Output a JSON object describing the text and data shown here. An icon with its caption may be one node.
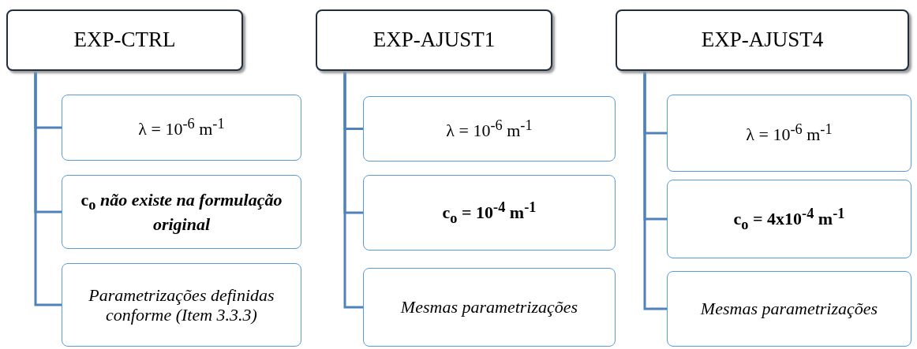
{
  "diagram": {
    "nodes": [
      {
        "text": [
          "EXP-CTRL"
        ]
      },
      {
        "text": [
          "λ = 10$^{-6}$ m$^{-1}$"
        ]
      },
      {
        "text": [
          "c$_{o}$ *não existe na formulação original*"
        ]
      },
      {
        "text": [
          "Parametrizações definidas conforme (Item 3.3.3)"
        ]
      },
      {
        "text": [
          "EXP-AJUST1"
        ]
      },
      {
        "text": [
          "λ = 10$^{-6}$ m$^{-1}$"
        ]
      },
      {
        "text": [
          "c$_{o}$ = 10$^{-4}$ m$^{-1}$"
        ]
      },
      {
        "text": [
          "Mesmas parametrizações"
        ]
      },
      {
        "text": [
          "EXP-AJUST4"
        ]
      },
      {
        "text": [
          "λ = 10$^{-6}$ m$^{-1}$"
        ]
      },
      {
        "text": [
          "c$_{o}$ = 4x10$^{-4}$ m$^{-1}$"
        ]
      },
      {
        "text": [
          "Mesmas parametrizações"
        ]
      }
    ],
    "edges": [
      {
        "from": 0,
        "to": 1,
        "arrow": "none"
      },
      {
        "from": 0,
        "to": 2,
        "arrow": "none"
      },
      {
        "from": 0,
        "to": 3,
        "arrow": "none"
      },
      {
        "from": 4,
        "to": 5,
        "arrow": "none"
      },
      {
        "from": 4,
        "to": 6,
        "arrow": "none"
      },
      {
        "from": 4,
        "to": 7,
        "arrow": "none"
      },
      {
        "from": 8,
        "to": 9,
        "arrow": "none"
      },
      {
        "from": 8,
        "to": 10,
        "arrow": "none"
      },
      {
        "from": 8,
        "to": 11,
        "arrow": "none"
      }
    ]
  }
}
